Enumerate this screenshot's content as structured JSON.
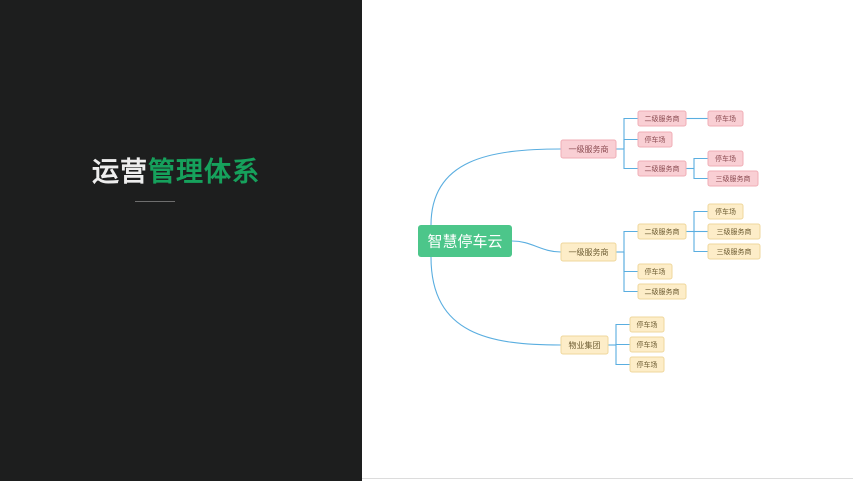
{
  "slide": {
    "title_part1": "运营",
    "title_part2": "管理体系"
  },
  "colors": {
    "dark_bg": "#1d1e1e",
    "accent_green": "#16a15c",
    "root_fill": "#4cc68a",
    "connector": "#5aaee0",
    "pink_fill": "#f9cfd4",
    "pink_stroke": "#f0aeb6",
    "yellow_fill": "#fdedc8",
    "yellow_stroke": "#efd79c"
  },
  "mindmap": {
    "root": "智慧停车云",
    "branches": [
      {
        "label": "一级服务商",
        "tone": "pink",
        "children": [
          {
            "label": "二级服务商",
            "children": [
              {
                "label": "停车场"
              }
            ]
          },
          {
            "label": "停车场",
            "children": []
          },
          {
            "label": "二级服务商",
            "children": [
              {
                "label": "停车场"
              },
              {
                "label": "三级服务商"
              }
            ]
          }
        ]
      },
      {
        "label": "一级服务商",
        "tone": "yellow",
        "children": [
          {
            "label": "二级服务商",
            "children": [
              {
                "label": "停车场"
              },
              {
                "label": "三级服务商"
              },
              {
                "label": "三级服务商"
              }
            ]
          },
          {
            "label": "停车场",
            "children": []
          },
          {
            "label": "二级服务商",
            "children": []
          }
        ]
      },
      {
        "label": "物业集团",
        "tone": "yellow",
        "children": [
          {
            "label": "停车场",
            "children": []
          },
          {
            "label": "停车场",
            "children": []
          },
          {
            "label": "停车场",
            "children": []
          }
        ]
      }
    ]
  }
}
